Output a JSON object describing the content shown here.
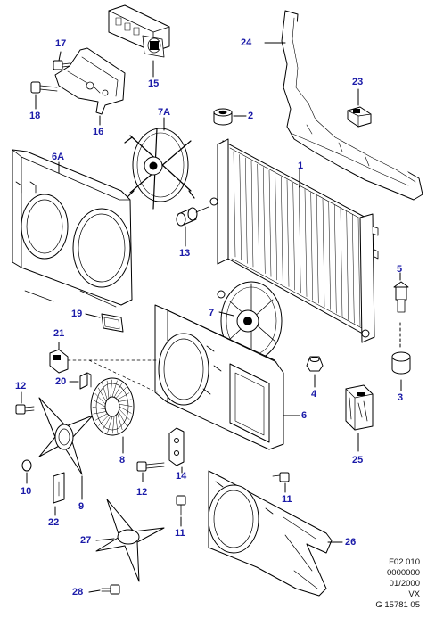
{
  "diagram": {
    "labels": {
      "p1": "1",
      "p2": "2",
      "p3": "3",
      "p4": "4",
      "p5": "5",
      "p6": "6",
      "p6a": "6A",
      "p7": "7",
      "p7a": "7A",
      "p8": "8",
      "p9": "9",
      "p10": "10",
      "p11a": "11",
      "p11b": "11",
      "p12a": "12",
      "p12b": "12",
      "p13": "13",
      "p14": "14",
      "p15": "15",
      "p16": "16",
      "p17": "17",
      "p18": "18",
      "p19": "19",
      "p20": "20",
      "p21": "21",
      "p22": "22",
      "p23": "23",
      "p24": "24",
      "p25": "25",
      "p26": "26",
      "p27": "27",
      "p28": "28"
    },
    "reference": [
      "F02.010",
      "0000000",
      "01/2000",
      "VX",
      "G 15781 05"
    ],
    "colors": {
      "label": "#1a1aa8",
      "line": "#000000",
      "paper": "#ffffff",
      "ref": "#111111"
    }
  }
}
